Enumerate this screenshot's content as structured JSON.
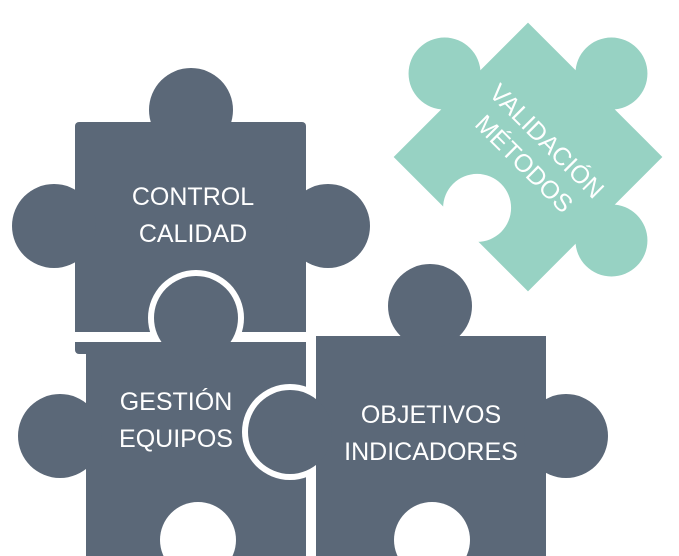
{
  "colors": {
    "dark_piece": "#5b6878",
    "teal_piece": "#97d2c3",
    "gap": "#ffffff",
    "text": "#ffffff"
  },
  "pieces": {
    "control_calidad": {
      "line1": "CONTROL",
      "line2": "CALIDAD"
    },
    "gestion_equipos": {
      "line1": "GESTIÓN",
      "line2": "EQUIPOS"
    },
    "objetivos_indicadores": {
      "line1": "OBJETIVOS",
      "line2": "INDICADORES"
    },
    "validacion_metodos": {
      "line1": "VALIDACIÓN",
      "line2": "MÉTODOS"
    }
  }
}
